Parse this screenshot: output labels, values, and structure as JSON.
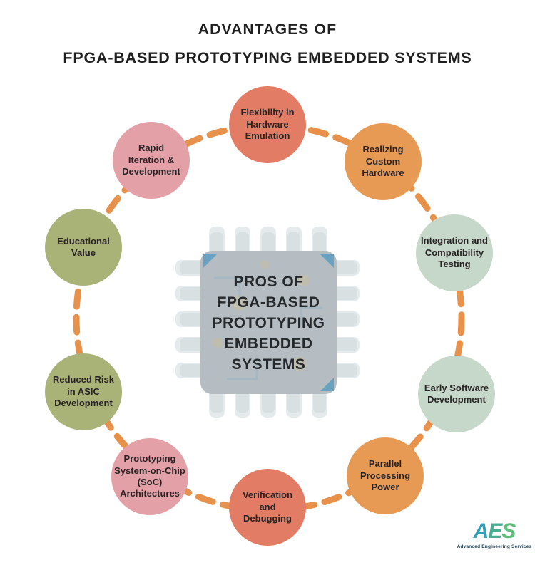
{
  "title": {
    "line1": "ADVANTAGES OF",
    "line2": "FPGA-BASED PROTOTYPING EMBEDDED SYSTEMS"
  },
  "center": {
    "lines": [
      "PROS OF",
      "FPGA-BASED",
      "PROTOTYPING",
      "EMBEDDED",
      "SYSTEMS"
    ]
  },
  "bubbles": [
    {
      "label": "Flexibility in Hardware Emulation",
      "color": "#E27C64",
      "position": "top"
    },
    {
      "label": "Realizing Custom Hardware",
      "color": "#E79A54",
      "position": "top-right"
    },
    {
      "label": "Integration and Compatibility Testing",
      "color": "#C6D8C9",
      "position": "right-upper"
    },
    {
      "label": "Early Software Development",
      "color": "#C6D8C9",
      "position": "right-lower"
    },
    {
      "label": "Parallel Processing Power",
      "color": "#E79A54",
      "position": "bottom-right"
    },
    {
      "label": "Verification and Debugging",
      "color": "#E27C64",
      "position": "bottom"
    },
    {
      "label": "Prototyping System-on-Chip (SoC) Architectures",
      "color": "#E3A0A6",
      "position": "bottom-left"
    },
    {
      "label": "Reduced Risk in ASIC Development",
      "color": "#A9B277",
      "position": "left-lower"
    },
    {
      "label": "Educational Value",
      "color": "#A9B277",
      "position": "left-upper"
    },
    {
      "label": "Rapid Iteration & Development",
      "color": "#E3A0A6",
      "position": "top-left"
    }
  ],
  "ring": {
    "style": "dashed",
    "connector_color": "#E8914A"
  },
  "chip": {
    "body_color": "#B5BDC2",
    "pin_color": "#D8E0E2",
    "accent_color": "#5F9EC0"
  },
  "logo": {
    "letters": [
      {
        "char": "A",
        "color": "#2E9FB5"
      },
      {
        "char": "E",
        "color": "#45AE92"
      },
      {
        "char": "S",
        "color": "#5CBE78"
      }
    ],
    "subtext": "Advanced Engineering Services"
  }
}
